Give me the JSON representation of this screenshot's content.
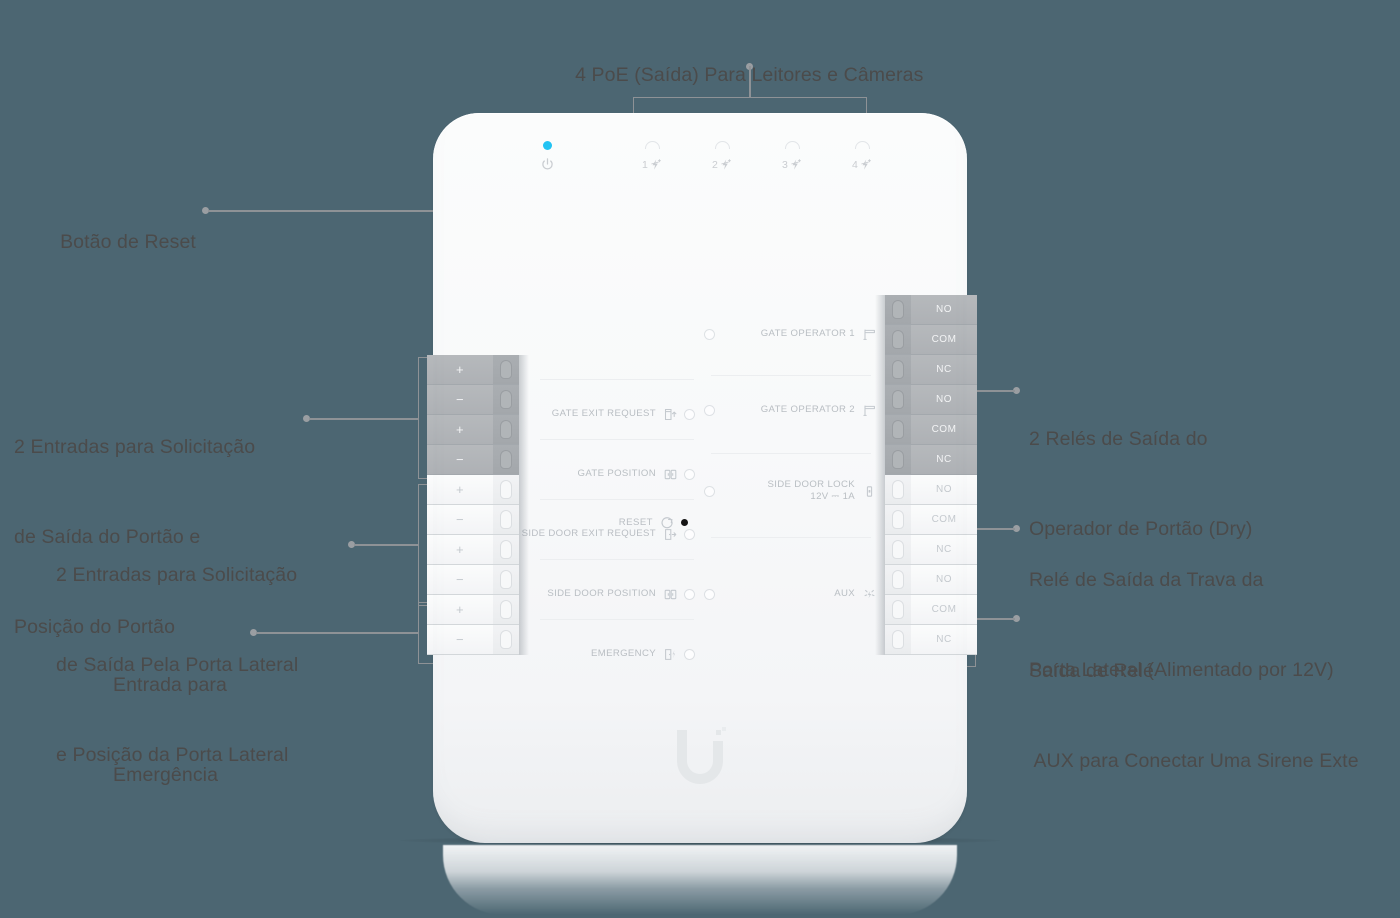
{
  "background_color": "#4c6672",
  "device": {
    "brand_logo": "ubiquiti-u-logo",
    "top_indicators": {
      "power": {
        "icon": "power-icon",
        "led_color": "#22c3f3",
        "label": ""
      },
      "poe_ports": [
        {
          "label": "1",
          "icon": "poe-lightning-plus-icon"
        },
        {
          "label": "2",
          "icon": "poe-lightning-plus-icon"
        },
        {
          "label": "3",
          "icon": "poe-lightning-plus-icon"
        },
        {
          "label": "4",
          "icon": "poe-lightning-plus-icon"
        }
      ]
    },
    "reset": {
      "label": "RESET",
      "icon": "reset-circular-arrow-icon"
    },
    "input_rows": [
      {
        "label": "GATE EXIT REQUEST",
        "icon": "gate-exit-request-icon"
      },
      {
        "label": "GATE POSITION",
        "icon": "gate-position-icon"
      },
      {
        "label": "SIDE DOOR EXIT REQUEST",
        "icon": "side-door-exit-request-icon"
      },
      {
        "label": "SIDE DOOR POSITION",
        "icon": "side-door-position-icon"
      },
      {
        "label": "EMERGENCY",
        "icon": "emergency-exit-icon"
      }
    ],
    "output_rows": [
      {
        "label": "GATE OPERATOR 1",
        "sublabel": "",
        "icon": "gate-operator-icon"
      },
      {
        "label": "GATE OPERATOR 2",
        "sublabel": "",
        "icon": "gate-operator-icon"
      },
      {
        "label": "SIDE DOOR LOCK",
        "sublabel": "12V ⎓ 1A",
        "icon": "door-lock-icon"
      },
      {
        "label": "AUX",
        "sublabel": "",
        "icon": "siren-icon"
      }
    ],
    "left_terminal_block": [
      {
        "label": "+",
        "state": "highlighted"
      },
      {
        "label": "−",
        "state": "highlighted"
      },
      {
        "label": "+",
        "state": "highlighted"
      },
      {
        "label": "−",
        "state": "highlighted"
      },
      {
        "label": "+",
        "state": "normal"
      },
      {
        "label": "−",
        "state": "normal"
      },
      {
        "label": "+",
        "state": "normal"
      },
      {
        "label": "−",
        "state": "normal"
      },
      {
        "label": "+",
        "state": "normal"
      },
      {
        "label": "−",
        "state": "normal"
      }
    ],
    "right_terminal_block": [
      {
        "label": "NO",
        "state": "highlighted"
      },
      {
        "label": "COM",
        "state": "highlighted"
      },
      {
        "label": "NC",
        "state": "highlighted"
      },
      {
        "label": "NO",
        "state": "highlighted"
      },
      {
        "label": "COM",
        "state": "highlighted"
      },
      {
        "label": "NC",
        "state": "highlighted"
      },
      {
        "label": "NO",
        "state": "normal"
      },
      {
        "label": "COM",
        "state": "normal"
      },
      {
        "label": "NC",
        "state": "normal"
      },
      {
        "label": "NO",
        "state": "normal"
      },
      {
        "label": "COM",
        "state": "normal"
      },
      {
        "label": "NC",
        "state": "normal"
      }
    ]
  },
  "callouts": {
    "top": {
      "text": "4 PoE (Saída) Para Leitores e Câmeras"
    },
    "reset": {
      "text": "Botão de Reset"
    },
    "gate_inputs": {
      "line1": "2 Entradas para Solicitação",
      "line2": "de Saída do Portão e",
      "line3": "Posição do Portão"
    },
    "side_door_inputs": {
      "line1": "2 Entradas para Solicitação",
      "line2": "de Saída Pela Porta Lateral",
      "line3": "e Posição da Porta Lateral"
    },
    "emergency_input": {
      "line1": "Entrada para",
      "line2": "Emergência"
    },
    "gate_relays": {
      "line1": "2 Relés de Saída do",
      "line2": "Operador de Portão (Dry)"
    },
    "side_door_relay": {
      "line1": "Relé de Saída da Trava da",
      "line2": "Porta Lateral (Alimentado por 12V)"
    },
    "aux_relay": {
      "line1": "Saída de Relé",
      "line2": " AUX para Conectar Uma Sirene Exte"
    }
  }
}
